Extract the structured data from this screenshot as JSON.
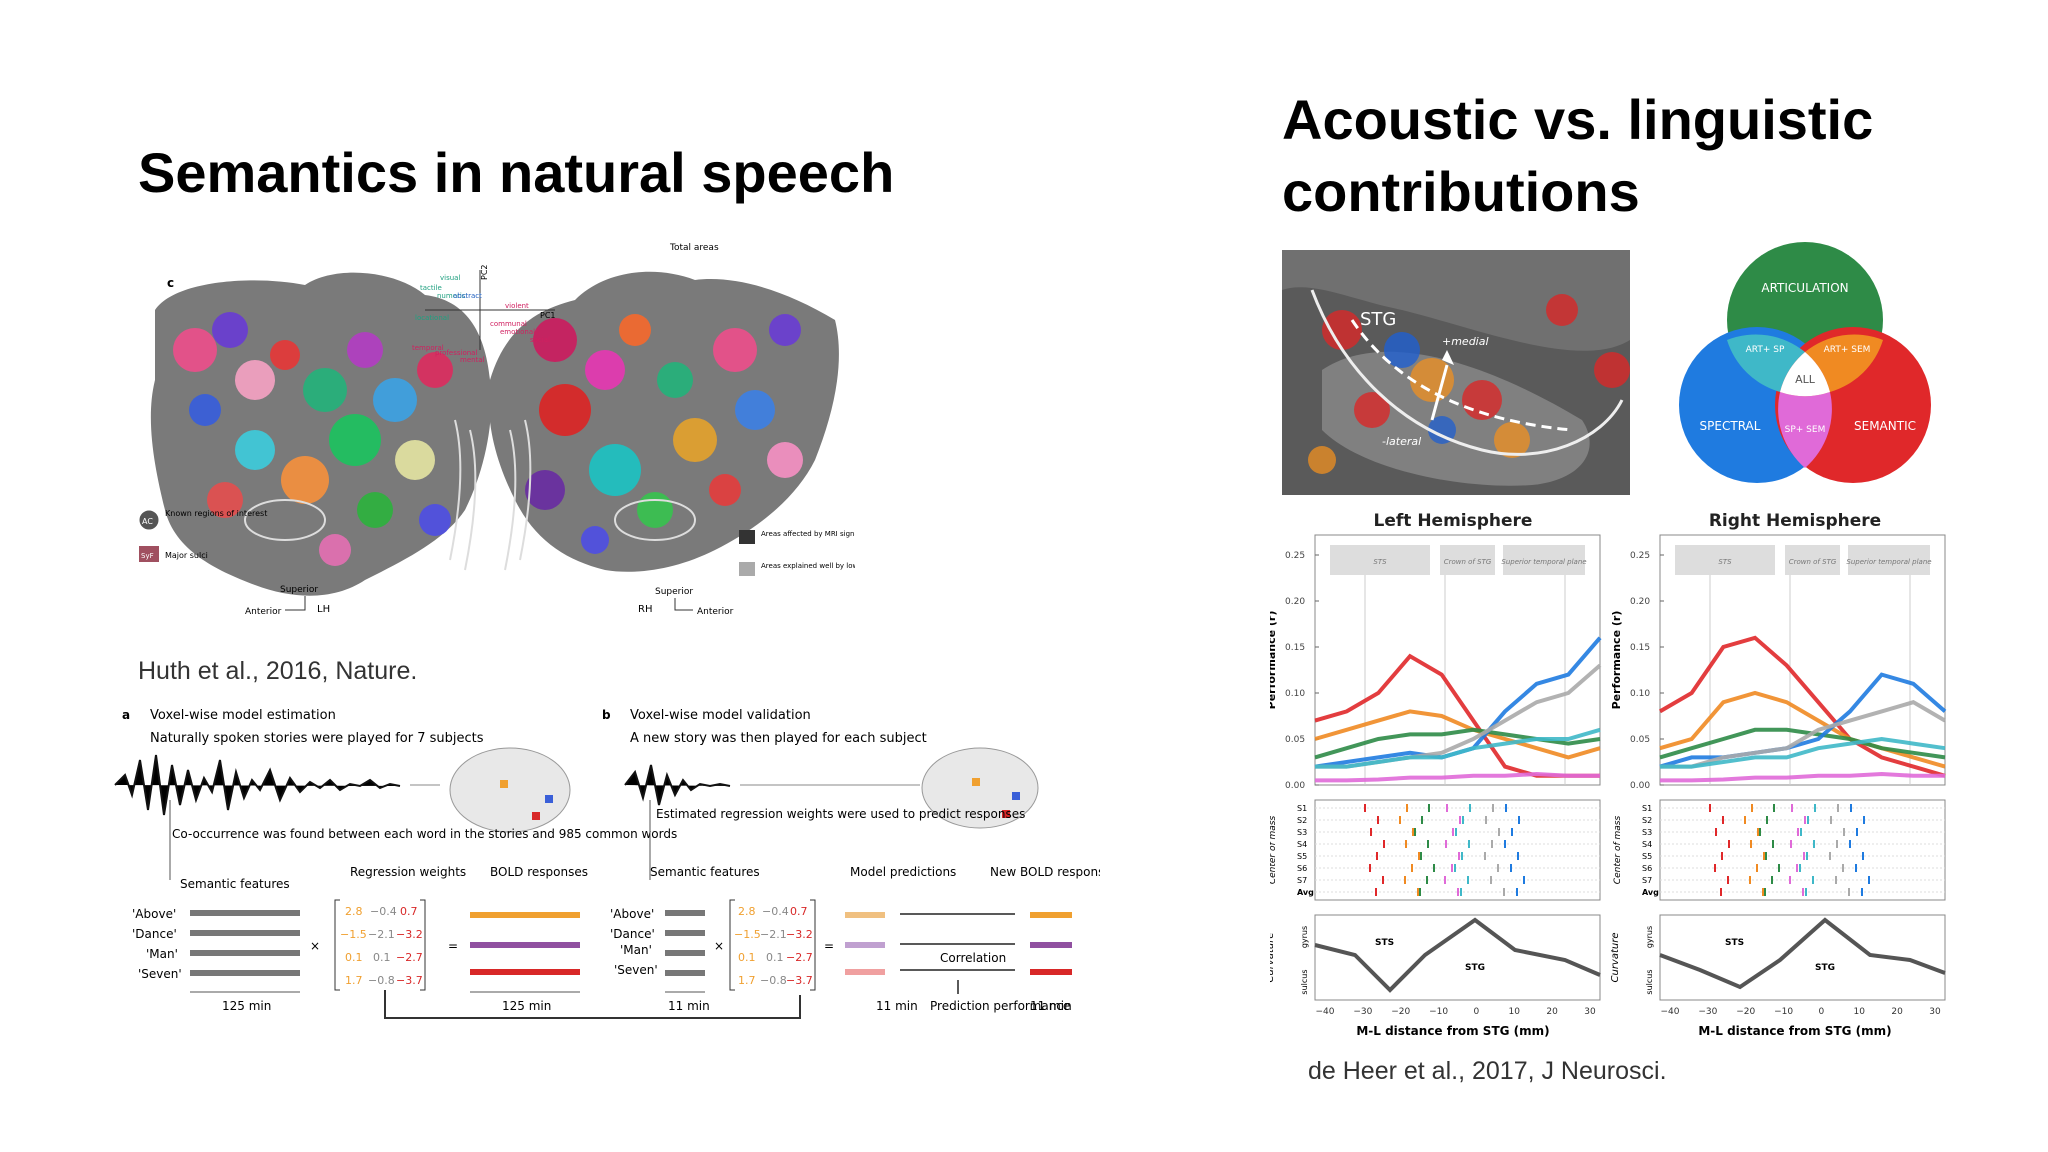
{
  "left": {
    "title": "Semantics in natural speech",
    "citation": "Huth et al., 2016, Nature.",
    "map": {
      "panel_label": "c",
      "total_areas": "Total areas",
      "legend_known": "Known regions of interest",
      "legend_sulci": "Major sulci",
      "legend_dropout": "Areas affected by MRI signal dropout",
      "legend_auditory": "Areas explained well by low-level auditory models",
      "lh_superior": "Superior",
      "lh_anterior": "Anterior",
      "lh": "LH",
      "rh_superior": "Superior",
      "rh_anterior": "Anterior",
      "rh": "RH",
      "ac_badge": "AC",
      "syf_badge": "SyF",
      "pc1": "PC1",
      "pc2": "PC2",
      "pc_words_left": [
        "visual",
        "tactile",
        "numeric",
        "locational"
      ],
      "pc_words_right": [
        "abstract",
        "violent",
        "communal",
        "emotional",
        "social",
        "temporal",
        "professional",
        "mental"
      ]
    },
    "schematic": {
      "a_label": "a",
      "a_title": "Voxel-wise model estimation",
      "a_sub": "Naturally spoken stories were played for 7 subjects",
      "a_cooc": "Co-occurrence was found between each word in the stories and 985 common words",
      "a_semantic": "Semantic features",
      "a_regression": "Regression weights",
      "a_bold": "BOLD responses",
      "a_words": [
        "'Above'",
        "'Dance'",
        "'Man'",
        "'Seven'"
      ],
      "a_time1": "125 min",
      "a_time2": "125 min",
      "b_label": "b",
      "b_title": "Voxel-wise model validation",
      "b_sub": "A new story was then played for each subject",
      "b_est": "Estimated regression weights were used to predict responses",
      "b_semantic": "Semantic features",
      "b_model": "Model predictions",
      "b_newbold": "New BOLD responses",
      "b_words": [
        "'Above'",
        "'Dance'",
        "'Man'",
        "'Seven'"
      ],
      "b_time1": "11 min",
      "b_time2": "11 min",
      "b_time3": "11 min",
      "correlation": "Correlation",
      "prediction": "Prediction performance",
      "matrix_rows": [
        [
          "2.8",
          "−0.4",
          "0.7"
        ],
        [
          "−1.5",
          "−2.1",
          "−3.2"
        ],
        [
          "0.1",
          "0.1",
          "−2.7"
        ],
        [
          "1.7",
          "−0.8",
          "−3.7"
        ]
      ]
    }
  },
  "right": {
    "title_line1": "Acoustic vs. linguistic",
    "title_line2": "contributions",
    "citation": "de Heer et al., 2017, J Neurosci.",
    "brain_labels": {
      "stg": "STG",
      "medial": "+medial",
      "lateral": "-lateral"
    },
    "venn": {
      "articulation": "ARTICULATION",
      "spectral": "SPECTRAL",
      "semantic": "SEMANTIC",
      "art_sp": "ART+ SP",
      "art_sem": "ART+ SEM",
      "sp_sem": "SP+ SEM",
      "all": "ALL",
      "colors": {
        "articulation": "#2e8b47",
        "spectral": "#1f7be0",
        "semantic": "#e0282a",
        "art_sp": "#3fb8c8",
        "art_sem": "#f08a22",
        "sp_sem": "#e06ad8",
        "all": "#ffffff"
      }
    },
    "plots": {
      "left_title": "Left Hemisphere",
      "right_title": "Right Hemisphere",
      "ylabel": "Performance (r)",
      "com_label": "Center of mass",
      "curv_label": "Curvature",
      "gyrus": "gyrus",
      "sulcus": "sulcus",
      "xlabel": "M-L distance from STG (mm)",
      "yticks": [
        "0.25",
        "0.20",
        "0.15",
        "0.10",
        "0.05",
        "0.00"
      ],
      "xticks": [
        "−40",
        "−30",
        "−20",
        "−10",
        "0",
        "10",
        "20",
        "30"
      ],
      "subjects": [
        "S1",
        "S2",
        "S3",
        "S4",
        "S5",
        "S6",
        "S7",
        "Avg"
      ],
      "regions": [
        "STS",
        "Crown of STG",
        "Superior temporal plane"
      ],
      "sts": "STS",
      "stg": "STG"
    }
  }
}
